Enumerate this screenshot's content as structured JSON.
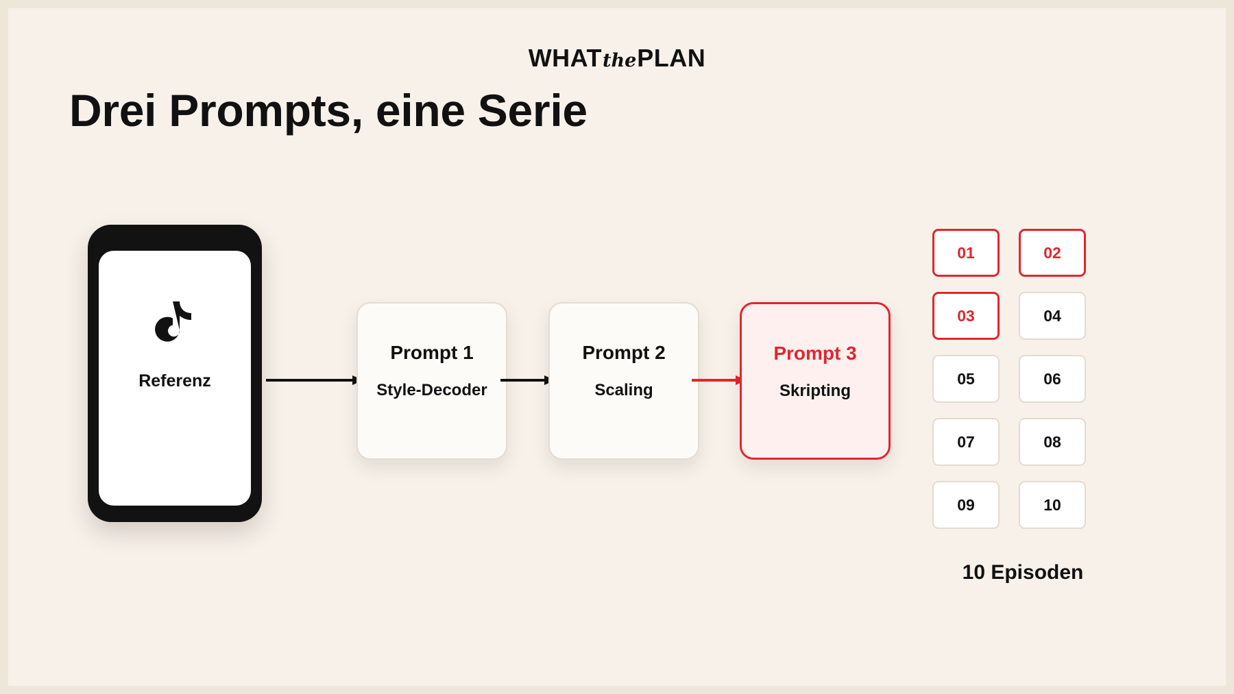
{
  "brand": {
    "left": "WHAT",
    "middle": "the",
    "right": "PLAN"
  },
  "title": "Drei Prompts, eine Serie",
  "reference": {
    "label": "Referenz",
    "icon": "tiktok-icon"
  },
  "prompts": [
    {
      "name": "Prompt 1",
      "sub": "Style-Decoder",
      "active": false
    },
    {
      "name": "Prompt 2",
      "sub": "Scaling",
      "active": false
    },
    {
      "name": "Prompt 3",
      "sub": "Skripting",
      "active": true
    }
  ],
  "episodes": {
    "caption": "10 Episoden",
    "items": [
      {
        "label": "01",
        "done": true
      },
      {
        "label": "02",
        "done": true
      },
      {
        "label": "03",
        "done": true
      },
      {
        "label": "04",
        "done": false
      },
      {
        "label": "05",
        "done": false
      },
      {
        "label": "06",
        "done": false
      },
      {
        "label": "07",
        "done": false
      },
      {
        "label": "08",
        "done": false
      },
      {
        "label": "09",
        "done": false
      },
      {
        "label": "10",
        "done": false
      }
    ]
  },
  "colors": {
    "accent": "#e0262f",
    "ink": "#111111",
    "background": "#f7f1ea"
  }
}
